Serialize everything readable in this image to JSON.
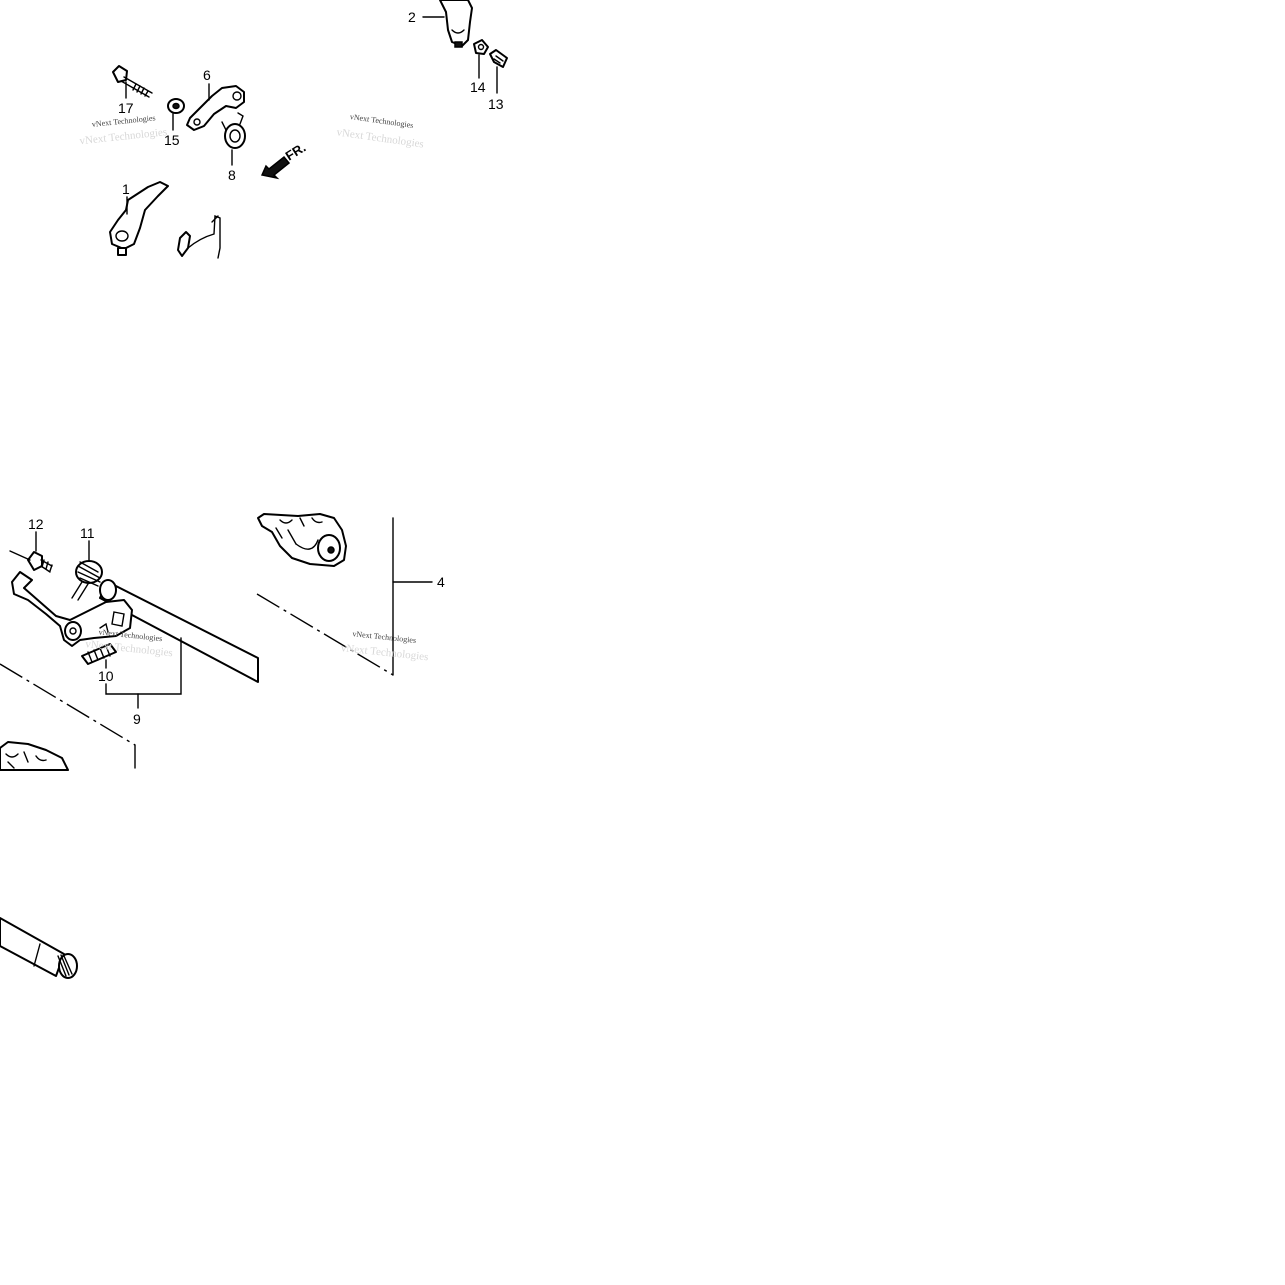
{
  "diagram": {
    "callouts": [
      "1",
      "2",
      "4",
      "6",
      "8",
      "9",
      "10",
      "11",
      "12",
      "13",
      "14",
      "15",
      "17"
    ],
    "direction_label": "FR.",
    "watermark": "vNext Technologies"
  }
}
